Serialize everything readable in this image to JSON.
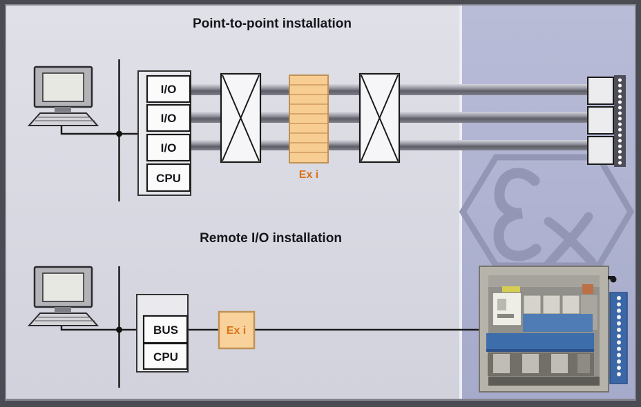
{
  "titles": {
    "top": "Point-to-point installation",
    "bottom": "Remote I/O installation"
  },
  "top_system": {
    "rack_slots": [
      "I/O",
      "I/O",
      "I/O",
      "CPU"
    ],
    "barrier_label": "Ex i"
  },
  "bottom_system": {
    "rack_slots": [
      "BUS",
      "CPU"
    ],
    "barrier_label": "Ex i"
  },
  "icons": {
    "pc": "operator-computer-icon",
    "x_block": "marshalling-cross-block",
    "ex_hexagon": "atex-ex-certification-mark",
    "cabinet": "remote-io-field-enclosure-photo"
  },
  "colors": {
    "frame": "#4b4b54",
    "safe_area_bg": "#dadae3",
    "hazardous_area_bg": "#aeb2cf",
    "divider_line": "#edeef5",
    "barrier_fill": "#f7cd92",
    "barrier_stripe": "#cf9a5a",
    "barrier_border": "#bf9155",
    "barrier_text": "#d87318",
    "ex_logo": "#9496b5",
    "bus_bar": "#5e5e68",
    "cabinet_blue": "#3e6dab",
    "wire": "#1a1a1a"
  }
}
